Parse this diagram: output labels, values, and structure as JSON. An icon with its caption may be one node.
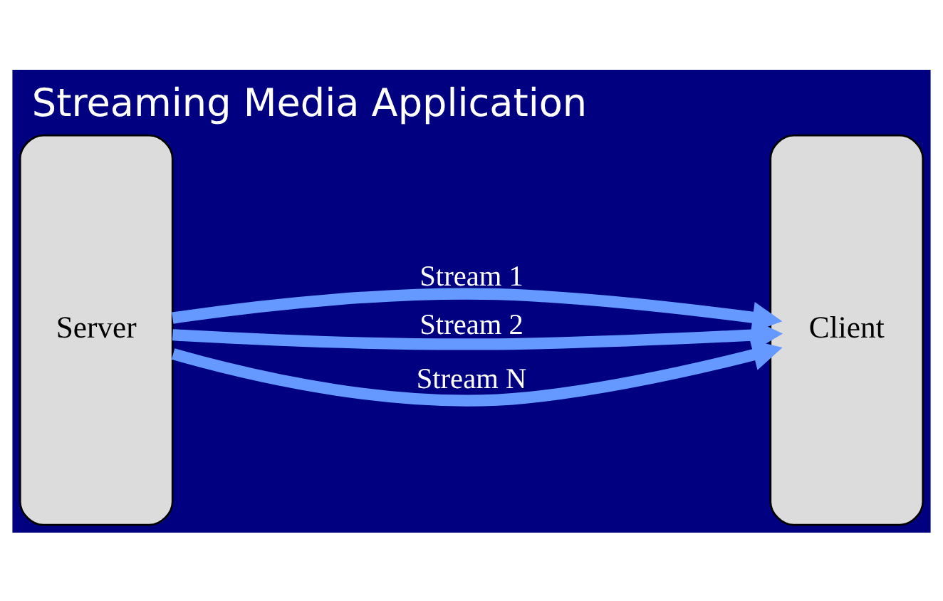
{
  "diagram": {
    "title": "Streaming Media Application",
    "nodes": [
      {
        "text": [
          "Server"
        ]
      },
      {
        "text": [
          "Client"
        ]
      }
    ],
    "edges": [
      {
        "from": 0,
        "to": 1,
        "arrow": "to",
        "label": "Stream 1"
      },
      {
        "from": 0,
        "to": 1,
        "arrow": "to",
        "label": "Stream 2"
      },
      {
        "from": 0,
        "to": 1,
        "arrow": "to",
        "label": "Stream N"
      }
    ]
  }
}
